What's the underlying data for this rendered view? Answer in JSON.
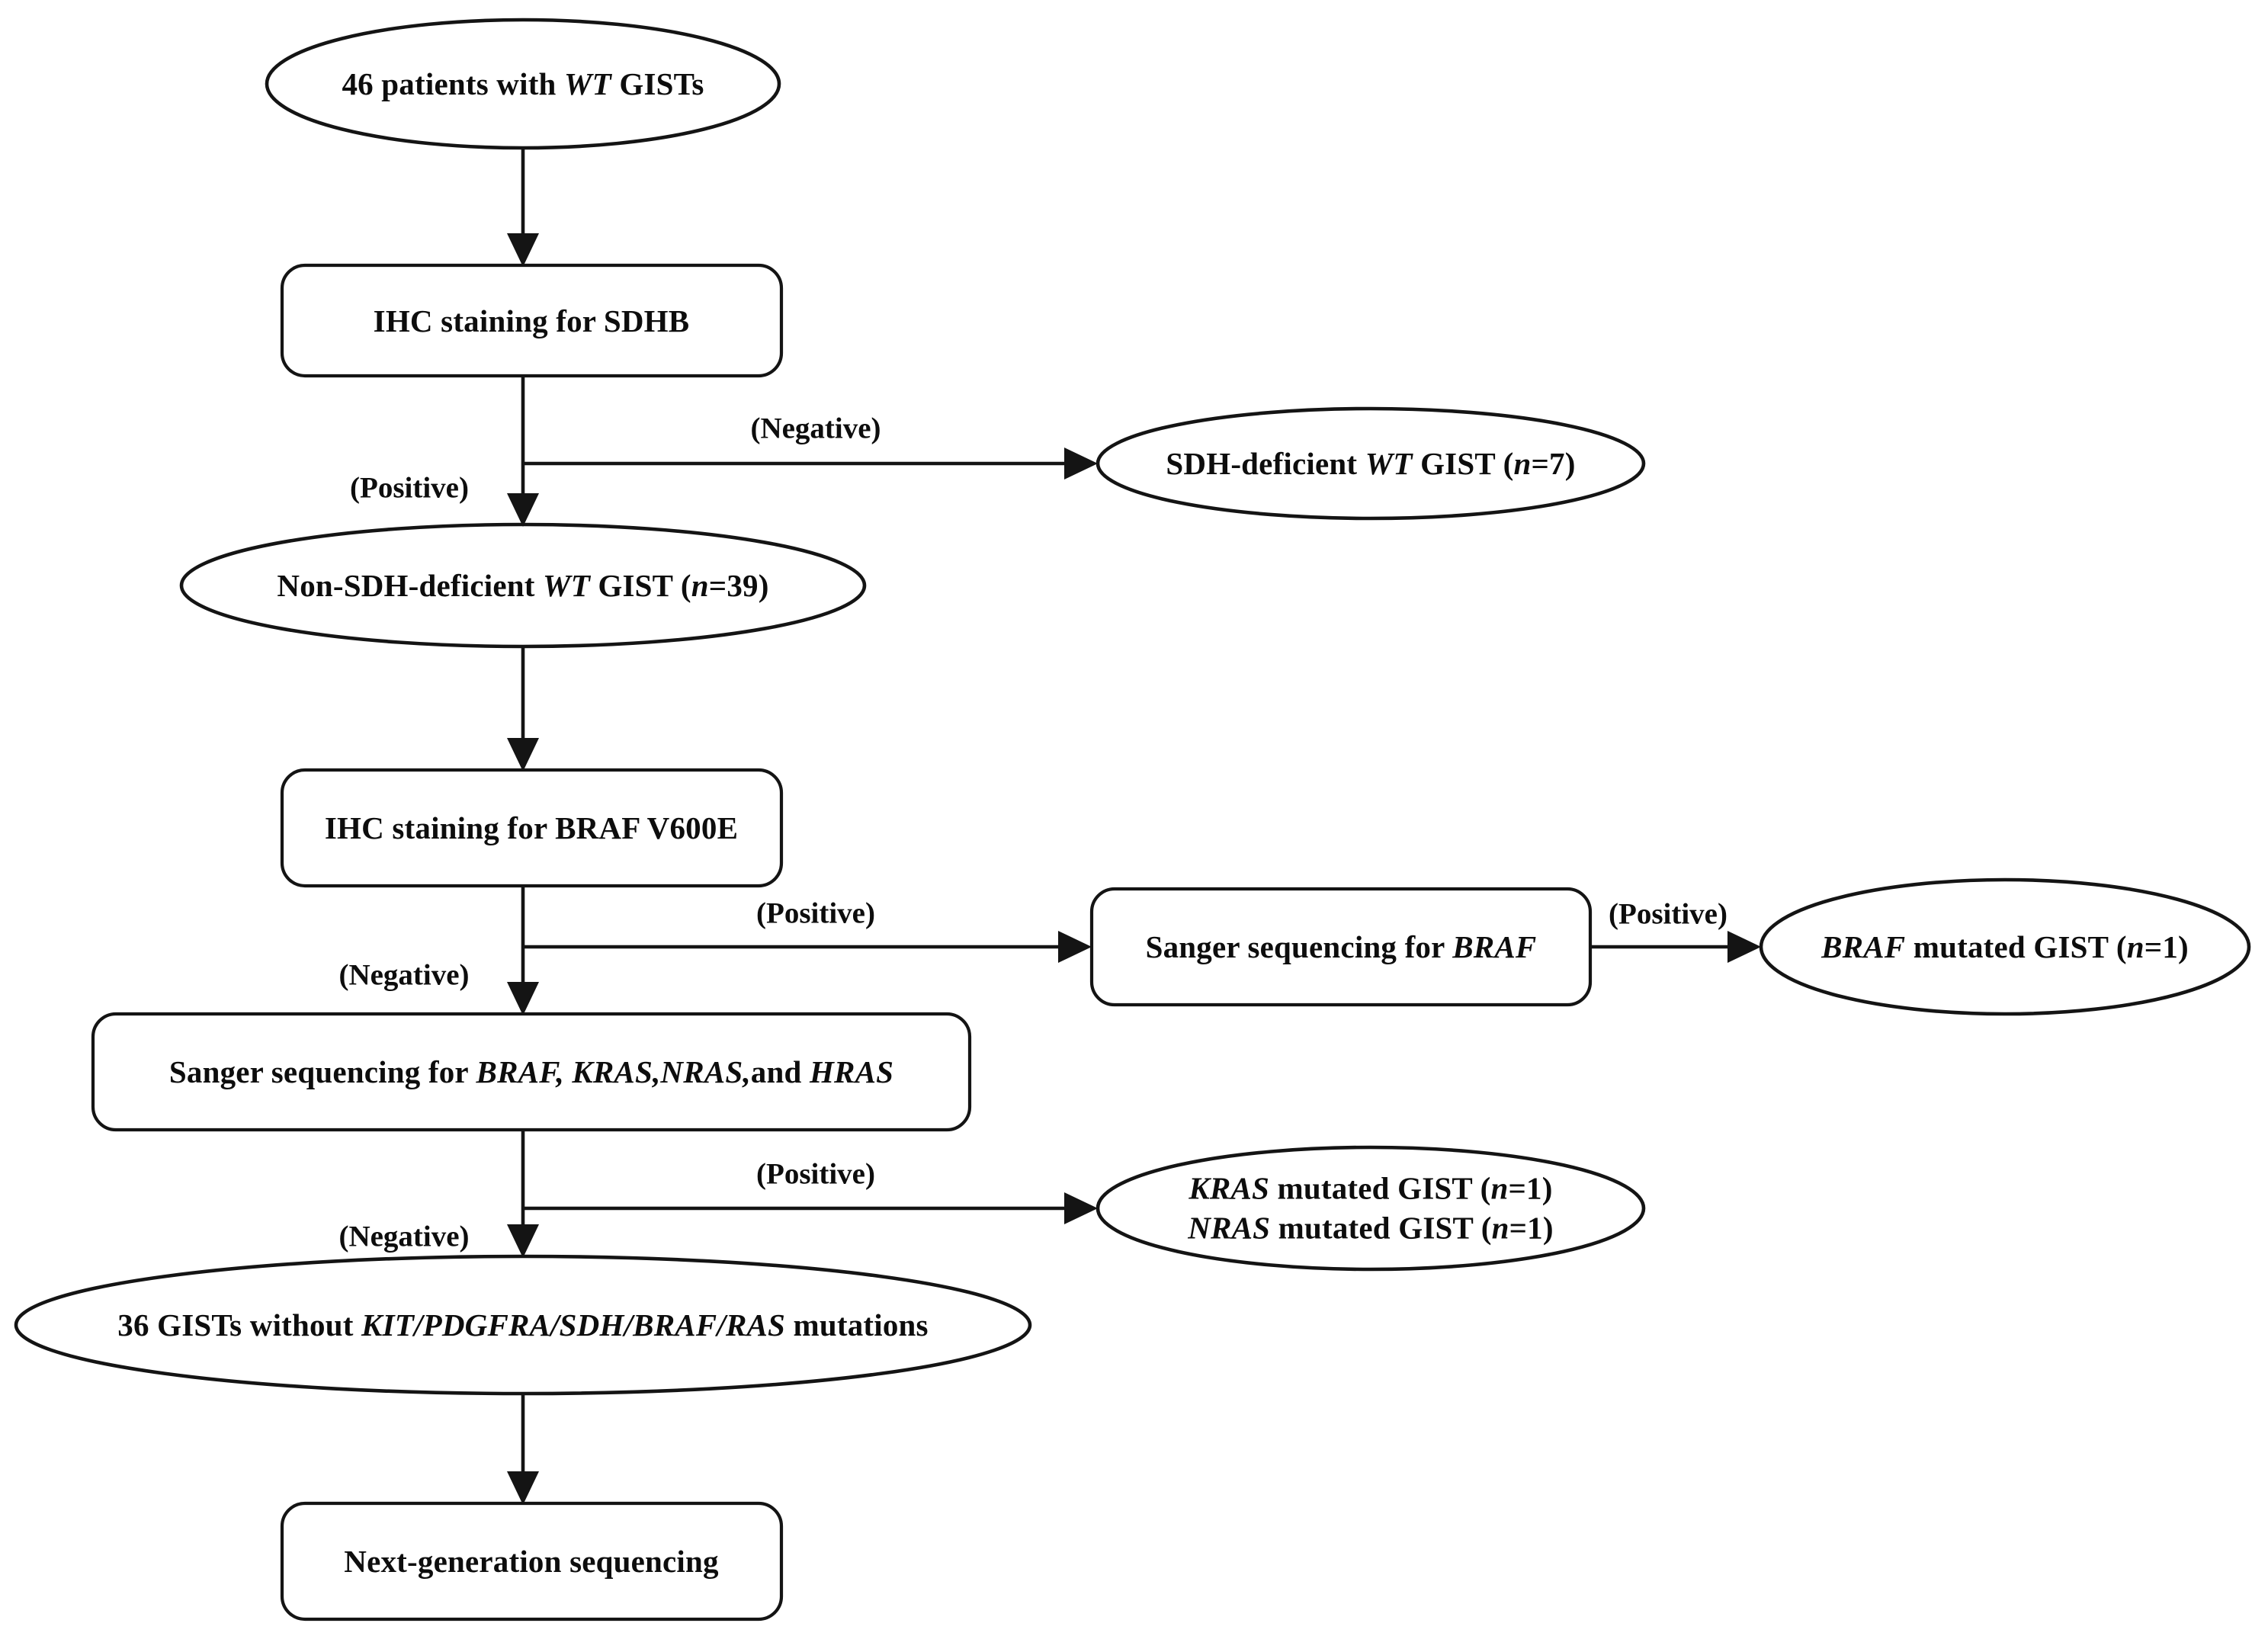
{
  "diagram": {
    "title": "WT GIST molecular diagnostic workflow",
    "colors": {
      "stroke": "#141414",
      "fill": "#ffffff",
      "text": "#0d0d0d"
    },
    "nodes": [
      {
        "id": "n1",
        "shape": "ellipse",
        "name": "node-46-patients-wt-gists",
        "lines": [
          [
            {
              "t": "46 patients with ",
              "i": false
            },
            {
              "t": "WT",
              "i": true
            },
            {
              "t": " GISTs",
              "i": false
            }
          ]
        ],
        "plain": "46 patients with WT GISTs"
      },
      {
        "id": "n2",
        "shape": "process",
        "name": "node-ihc-staining-sdhb",
        "lines": [
          [
            {
              "t": "IHC staining for SDHB",
              "i": false
            }
          ]
        ],
        "plain": "IHC staining for SDHB"
      },
      {
        "id": "n3",
        "shape": "ellipse",
        "name": "node-sdh-deficient-wt-gist",
        "lines": [
          [
            {
              "t": "SDH-deficient ",
              "i": false
            },
            {
              "t": "WT",
              "i": true
            },
            {
              "t": " GIST (",
              "i": false
            },
            {
              "t": "n",
              "i": true
            },
            {
              "t": "=7)",
              "i": false
            }
          ]
        ],
        "plain": "SDH-deficient WT GIST (n=7)"
      },
      {
        "id": "n4",
        "shape": "ellipse",
        "name": "node-non-sdh-deficient-wt-gist",
        "lines": [
          [
            {
              "t": "Non-SDH-deficient ",
              "i": false
            },
            {
              "t": "WT",
              "i": true
            },
            {
              "t": " GIST (",
              "i": false
            },
            {
              "t": "n",
              "i": true
            },
            {
              "t": "=39)",
              "i": false
            }
          ]
        ],
        "plain": "Non-SDH-deficient WT GIST (n=39)"
      },
      {
        "id": "n5",
        "shape": "process",
        "name": "node-ihc-staining-braf-v600e",
        "lines": [
          [
            {
              "t": "IHC staining for BRAF V600E",
              "i": false
            }
          ]
        ],
        "plain": "IHC staining for BRAF V600E"
      },
      {
        "id": "n6",
        "shape": "process",
        "name": "node-sanger-sequencing-braf",
        "lines": [
          [
            {
              "t": "Sanger sequencing for ",
              "i": false
            },
            {
              "t": "BRAF",
              "i": true
            }
          ]
        ],
        "plain": "Sanger sequencing for BRAF"
      },
      {
        "id": "n7",
        "shape": "ellipse",
        "name": "node-braf-mutated-gist",
        "lines": [
          [
            {
              "t": "BRAF",
              "i": true
            },
            {
              "t": " mutated GIST (",
              "i": false
            },
            {
              "t": "n",
              "i": true
            },
            {
              "t": "=1)",
              "i": false
            }
          ]
        ],
        "plain": "BRAF mutated GIST (n=1)"
      },
      {
        "id": "n8",
        "shape": "process",
        "name": "node-sanger-sequencing-braf-kras-nras-hras",
        "lines": [
          [
            {
              "t": "Sanger sequencing for ",
              "i": false
            },
            {
              "t": "BRAF, KRAS,NRAS,",
              "i": true
            },
            {
              "t": "and ",
              "i": false
            },
            {
              "t": "HRAS",
              "i": true
            }
          ]
        ],
        "plain": "Sanger sequencing for BRAF, KRAS,NRAS,and HRAS"
      },
      {
        "id": "n9",
        "shape": "ellipse",
        "name": "node-kras-nras-mutated-gist",
        "lines": [
          [
            {
              "t": "KRAS",
              "i": true
            },
            {
              "t": " mutated GIST (",
              "i": false
            },
            {
              "t": "n",
              "i": true
            },
            {
              "t": "=1)",
              "i": false
            }
          ],
          [
            {
              "t": "NRAS",
              "i": true
            },
            {
              "t": " mutated GIST (",
              "i": false
            },
            {
              "t": "n",
              "i": true
            },
            {
              "t": "=1)",
              "i": false
            }
          ]
        ],
        "plain": "KRAS mutated GIST (n=1) / NRAS mutated GIST (n=1)"
      },
      {
        "id": "n10",
        "shape": "ellipse",
        "name": "node-36-gists-without-mutations",
        "lines": [
          [
            {
              "t": "36 GISTs without ",
              "i": false
            },
            {
              "t": "KIT/PDGFRA/SDH/BRAF/RAS",
              "i": true
            },
            {
              "t": " mutations",
              "i": false
            }
          ]
        ],
        "plain": "36 GISTs without KIT/PDGFRA/SDH/BRAF/RAS mutations"
      },
      {
        "id": "n11",
        "shape": "process",
        "name": "node-next-generation-sequencing",
        "lines": [
          [
            {
              "t": "Next-generation sequencing",
              "i": false
            }
          ]
        ],
        "plain": "Next-generation sequencing"
      }
    ],
    "edge_labels": [
      {
        "id": "e1",
        "name": "edge-label-sdhb-negative",
        "text": "(Negative)"
      },
      {
        "id": "e2",
        "name": "edge-label-sdhb-positive",
        "text": "(Positive)"
      },
      {
        "id": "e3",
        "name": "edge-label-braf-ihc-positive",
        "text": "(Positive)"
      },
      {
        "id": "e4",
        "name": "edge-label-braf-ihc-negative",
        "text": "(Negative)"
      },
      {
        "id": "e5",
        "name": "edge-label-sanger-braf-positive",
        "text": "(Positive)"
      },
      {
        "id": "e6",
        "name": "edge-label-ras-positive",
        "text": "(Positive)"
      },
      {
        "id": "e7",
        "name": "edge-label-ras-negative",
        "text": "(Negative)"
      }
    ]
  }
}
